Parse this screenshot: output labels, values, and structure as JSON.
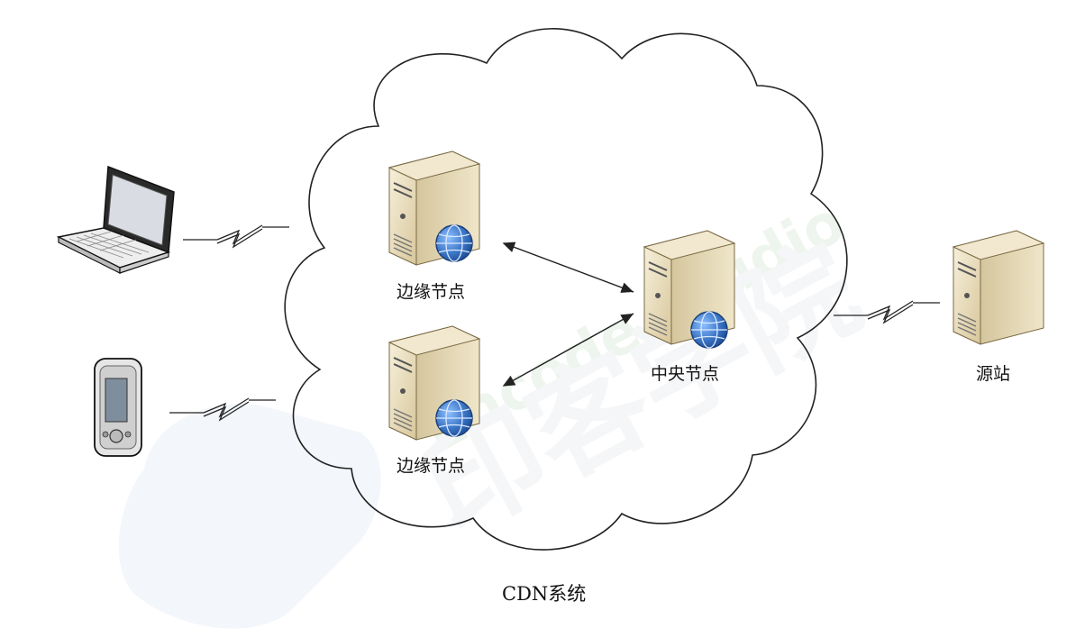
{
  "diagram": {
    "caption": "CDN系统",
    "nodes": {
      "edge_top": {
        "label": "边缘节点"
      },
      "edge_bottom": {
        "label": "边缘节点"
      },
      "central": {
        "label": "中央节点"
      },
      "origin": {
        "label": "源站"
      }
    },
    "clients": [
      "laptop-icon",
      "phone-icon"
    ]
  },
  "watermark": {
    "text_cn": "印客学院",
    "text_en": "Encode Studio"
  },
  "colors": {
    "server_body": "#e9dcb7",
    "server_front": "#d6c69a",
    "globe": "#3f79c9",
    "line": "#222222"
  }
}
